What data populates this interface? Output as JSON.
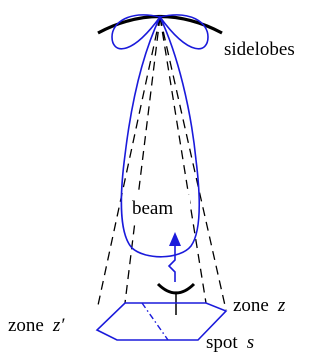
{
  "labels": {
    "sidelobes": "sidelobes",
    "beam": "beam",
    "zone_z_prime_prefix": "zone",
    "zone_z_prime_var": "z′",
    "zone_z_prefix": "zone",
    "zone_z_var": "z",
    "spot_prefix": "spot",
    "spot_var": "s"
  },
  "colors": {
    "lobe": "#1a1adb",
    "outline": "#000000"
  }
}
